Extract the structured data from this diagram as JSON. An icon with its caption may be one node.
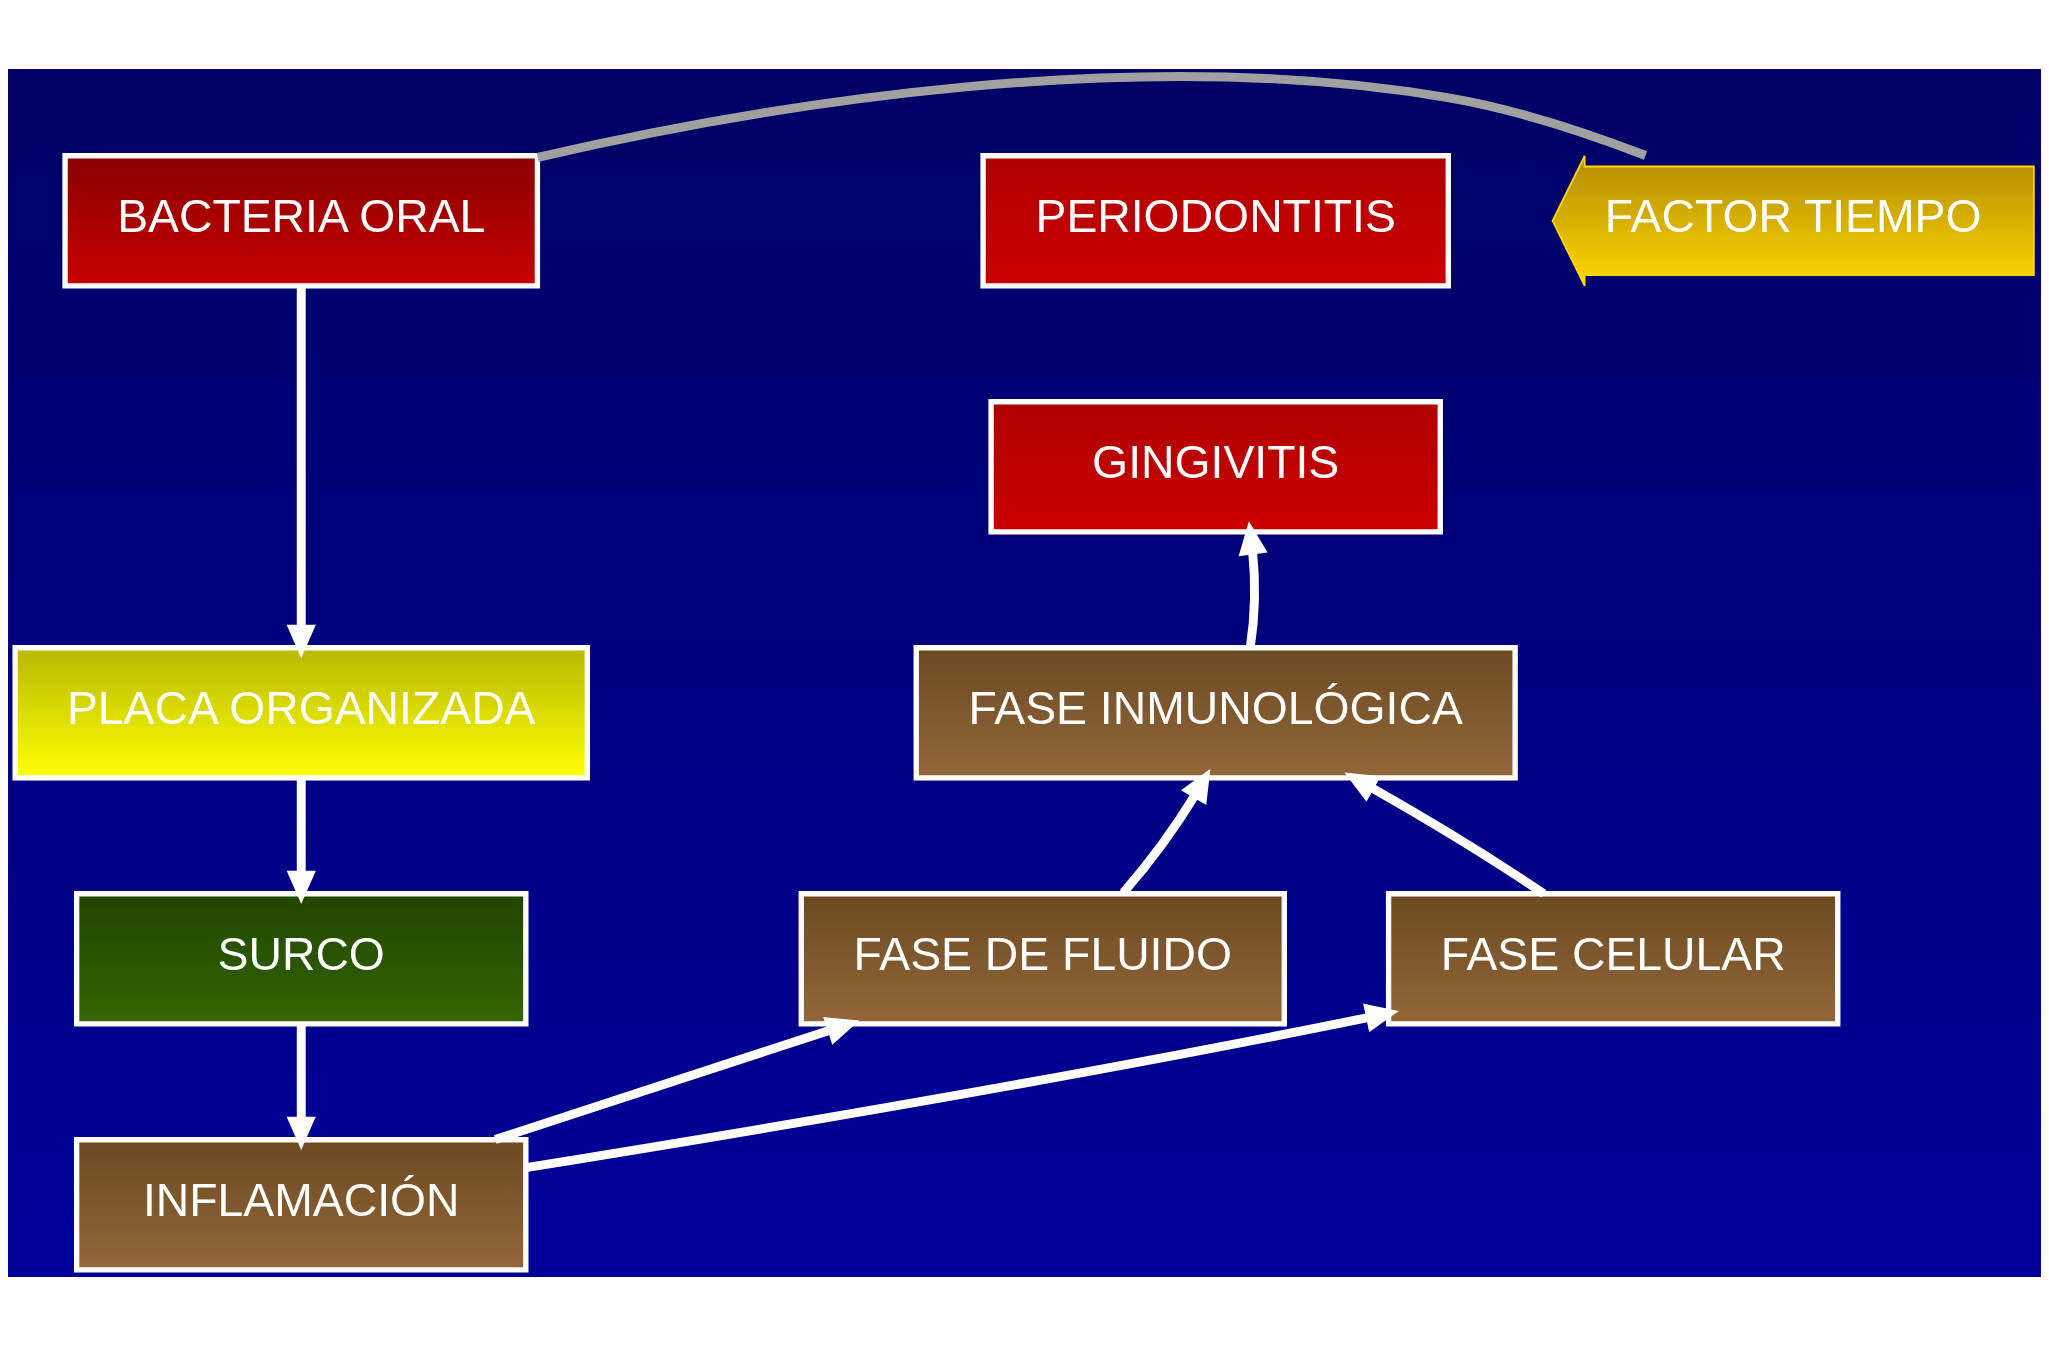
{
  "diagram": {
    "nodes": [
      {
        "text": [
          "BACTERIA ORAL"
        ]
      },
      {
        "text": [
          "PLACA ORGANIZADA"
        ]
      },
      {
        "text": [
          "SURCO"
        ]
      },
      {
        "text": [
          "INFLAMACIÓN"
        ]
      },
      {
        "text": [
          "PERIODONTITIS"
        ]
      },
      {
        "text": [
          "GINGIVITIS"
        ]
      },
      {
        "text": [
          "FASE INMUNOLÓGICA"
        ]
      },
      {
        "text": [
          "FASE DE FLUIDO"
        ]
      },
      {
        "text": [
          "FASE CELULAR"
        ]
      },
      {
        "text": [
          "FACTOR TIEMPO"
        ]
      }
    ],
    "edges": [
      {
        "from": 0,
        "to": 1,
        "arrow": "to"
      },
      {
        "from": 1,
        "to": 2,
        "arrow": "to"
      },
      {
        "from": 2,
        "to": 3,
        "arrow": "to"
      },
      {
        "from": 3,
        "to": 7,
        "arrow": "to"
      },
      {
        "from": 3,
        "to": 8,
        "arrow": "to"
      },
      {
        "from": 7,
        "to": 6,
        "arrow": "to"
      },
      {
        "from": 8,
        "to": 6,
        "arrow": "to"
      },
      {
        "from": 6,
        "to": 5,
        "arrow": "to"
      },
      {
        "from": 0,
        "to": 9,
        "arrow": "none",
        "color": "#a0a0a0"
      }
    ]
  }
}
